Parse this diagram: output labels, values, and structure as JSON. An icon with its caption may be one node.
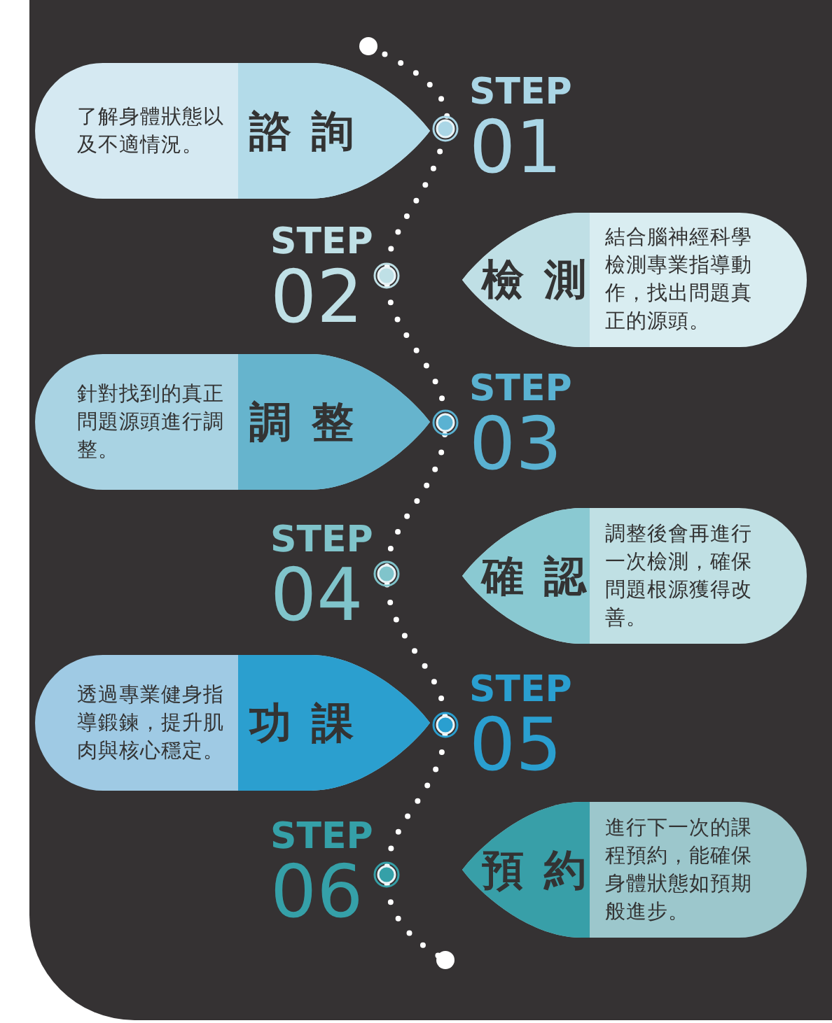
{
  "diagram": {
    "nodes": [
      {
        "text": [
          "了解身體狀態以及不適情況。",
          "諮 詢"
        ]
      },
      {
        "text": [
          "檢 測",
          "結合腦神經科學檢測專業指導動作，找出問題真正的源頭。"
        ]
      },
      {
        "text": [
          "針對找到的真正問題源頭進行調整。",
          "調 整"
        ]
      },
      {
        "text": [
          "確 認",
          "調整後會再進行一次檢測，確保問題根源獲得改善。"
        ]
      },
      {
        "text": [
          "透過專業健身指導鍛鍊，提升肌肉與核心穩定。",
          "功 課"
        ]
      },
      {
        "text": [
          "預 約",
          "進行下一次的課程預約，能確保身體狀態如預期般進步。"
        ]
      }
    ],
    "labels": [
      "STEP",
      "01",
      "STEP",
      "02",
      "STEP",
      "03",
      "STEP",
      "04",
      "STEP",
      "05",
      "STEP",
      "06"
    ]
  }
}
